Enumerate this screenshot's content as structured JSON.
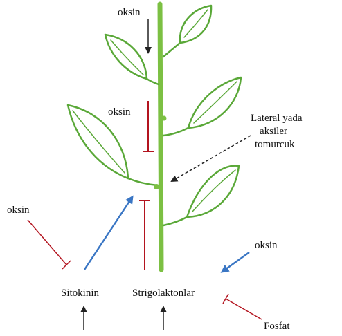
{
  "labels": {
    "auxin_top": "oksin",
    "auxin_mid": "oksin",
    "auxin_left": "oksin",
    "auxin_right": "oksin",
    "bud_line1": "Lateral yada",
    "bud_line2": "aksiler",
    "bud_line3": "tomurcuk",
    "cytokinin": "Sitokinin",
    "strigolactone": "Strigolaktonlar",
    "phosphate": "Fosfat"
  },
  "colors": {
    "stem": "#7cc043",
    "leaf_outline": "#5aa838",
    "leaf_fill": "#ffffff",
    "inhibit": "#b3141f",
    "promote": "#3a76c4",
    "neutral_arrow": "#222222"
  }
}
